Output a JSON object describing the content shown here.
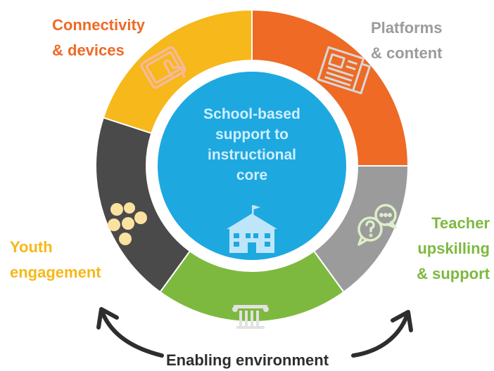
{
  "segments": [
    {
      "key": "connectivity",
      "lines": [
        "Connectivity",
        "& devices"
      ],
      "color": "#EE6A25",
      "icon": "tablet-touch-icon"
    },
    {
      "key": "platforms",
      "lines": [
        "Platforms",
        "& content"
      ],
      "color": "#9B9B9B",
      "icon": "newspaper-icon"
    },
    {
      "key": "teacher",
      "lines": [
        "Teacher",
        "upskilling",
        "& support"
      ],
      "color": "#7DB93F",
      "icon": "chat-question-icon"
    },
    {
      "key": "enabling",
      "lines": [
        "Enabling environment"
      ],
      "color": "#4A4A4A",
      "icon": "pillar-icon"
    },
    {
      "key": "youth",
      "lines": [
        "Youth",
        "engagement"
      ],
      "color": "#F6B81A",
      "icon": "group-people-icon"
    }
  ],
  "center": {
    "lines": [
      "School-based",
      "support to",
      "instructional",
      "core"
    ],
    "color": "#1EA8E0",
    "icon": "school-building-icon"
  },
  "arrow_color": "#2E2E2E"
}
